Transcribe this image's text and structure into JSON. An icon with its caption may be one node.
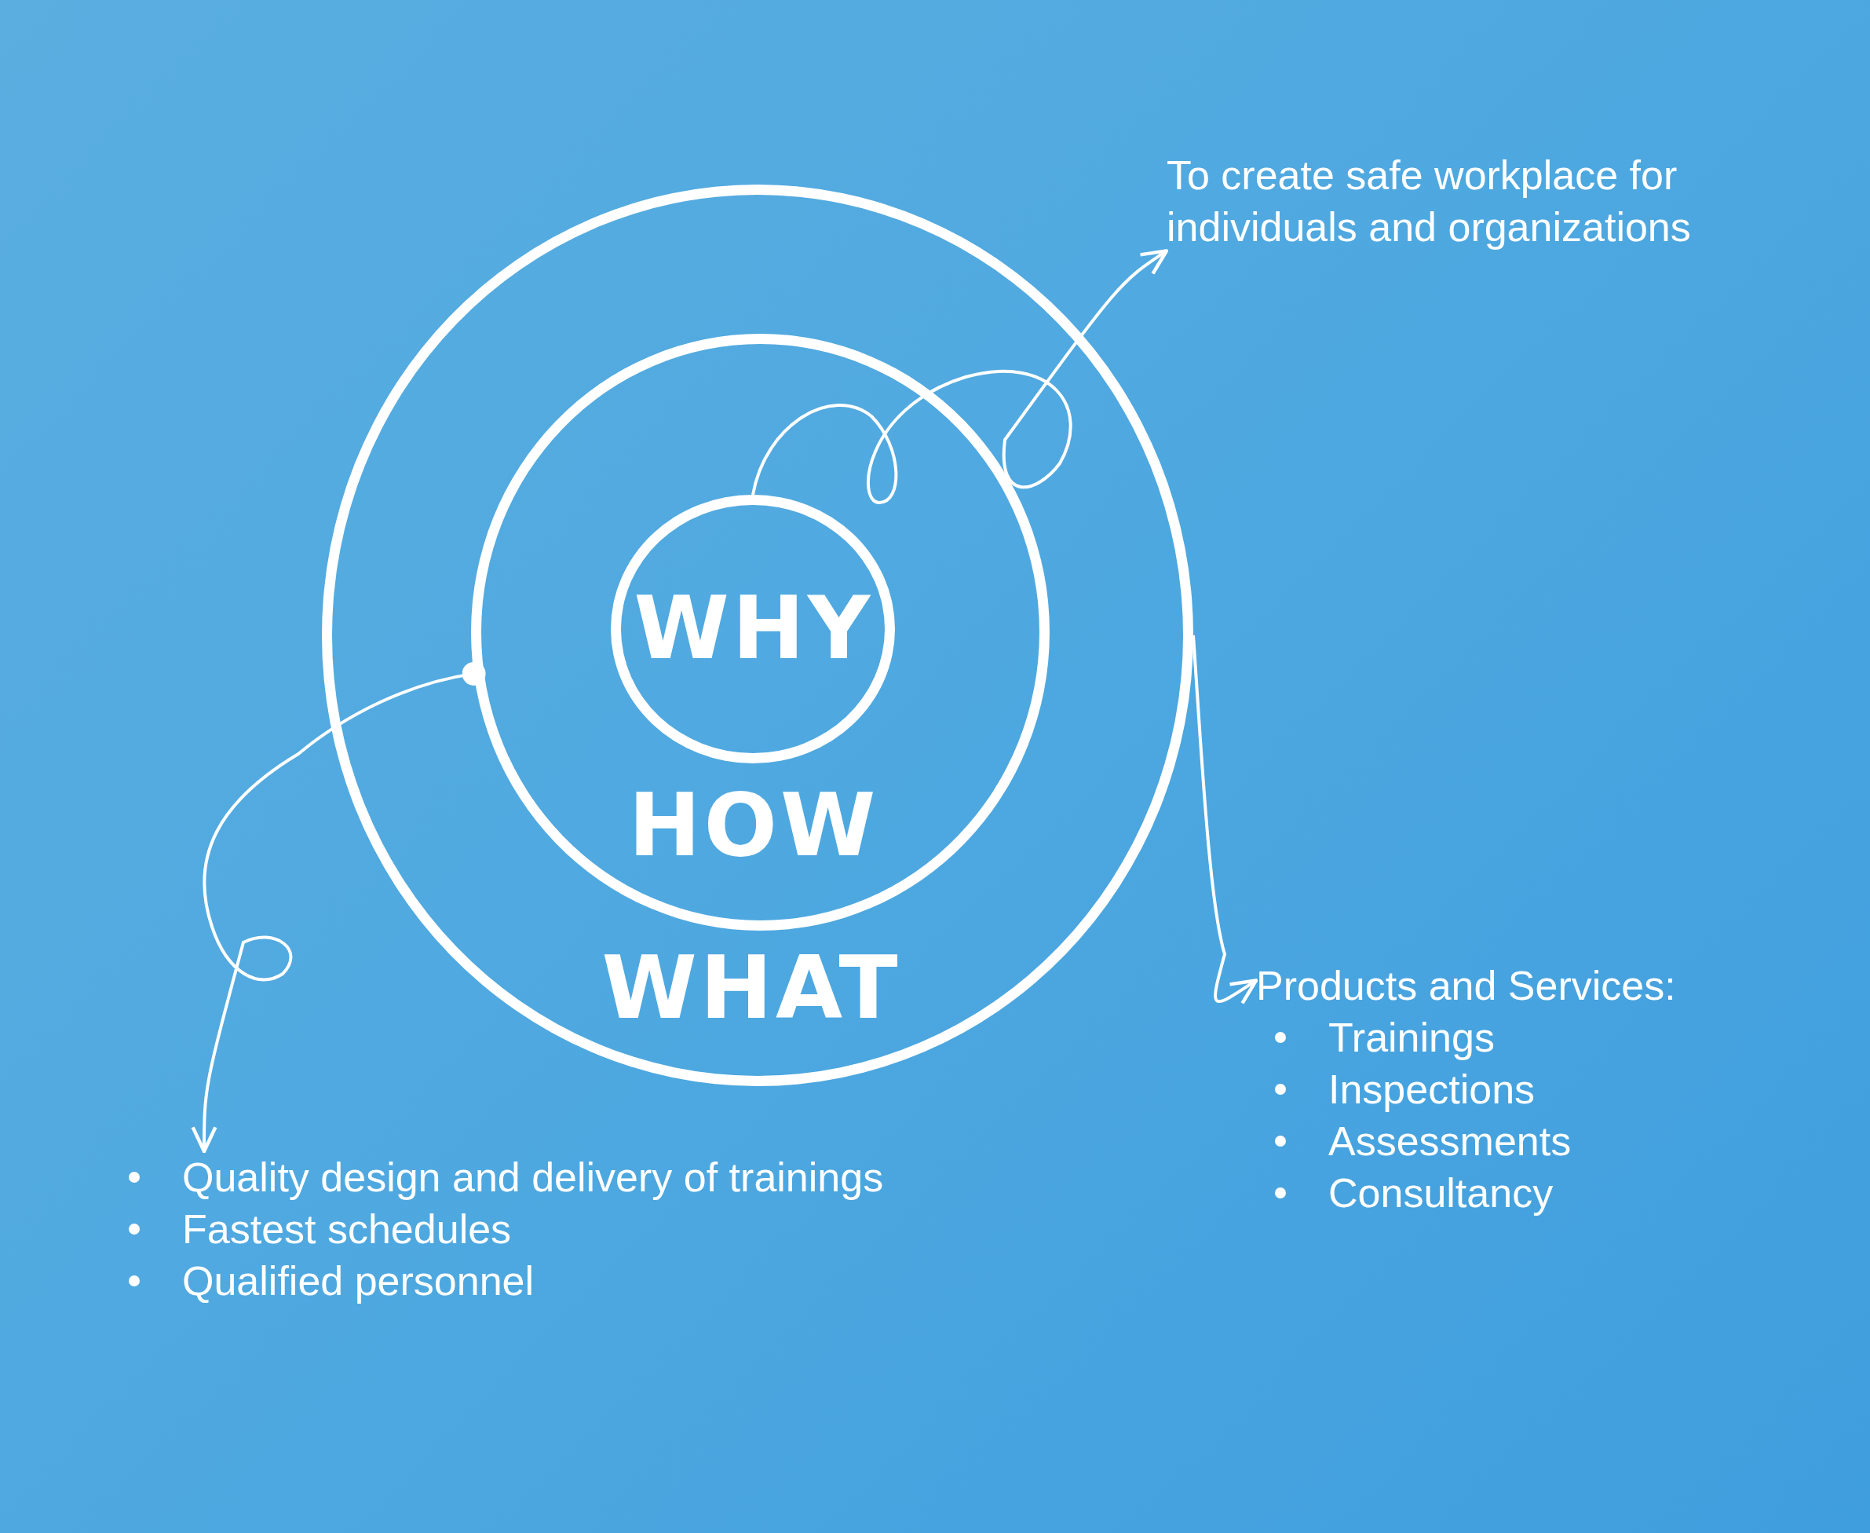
{
  "diagram": {
    "nodes": [
      {
        "text": [
          "WHAT"
        ]
      },
      {
        "text": [
          "HOW"
        ],
        "in": 0
      },
      {
        "text": [
          "WHY"
        ],
        "in": 1
      },
      {
        "text": [
          "To create safe workplace for individuals and organizations"
        ]
      },
      {
        "text": [
          "Quality design and delivery of trainings",
          "Fastest schedules",
          "Qualified personnel"
        ]
      },
      {
        "text": [
          "Products and Services:",
          "Trainings",
          "Inspections",
          "Assessments",
          "Consultancy"
        ]
      }
    ],
    "edges": [
      {
        "from": 2,
        "to": 3,
        "arrow": "to"
      },
      {
        "from": 1,
        "to": 4,
        "arrow": "to"
      },
      {
        "from": 0,
        "to": 5,
        "arrow": "to"
      }
    ]
  }
}
